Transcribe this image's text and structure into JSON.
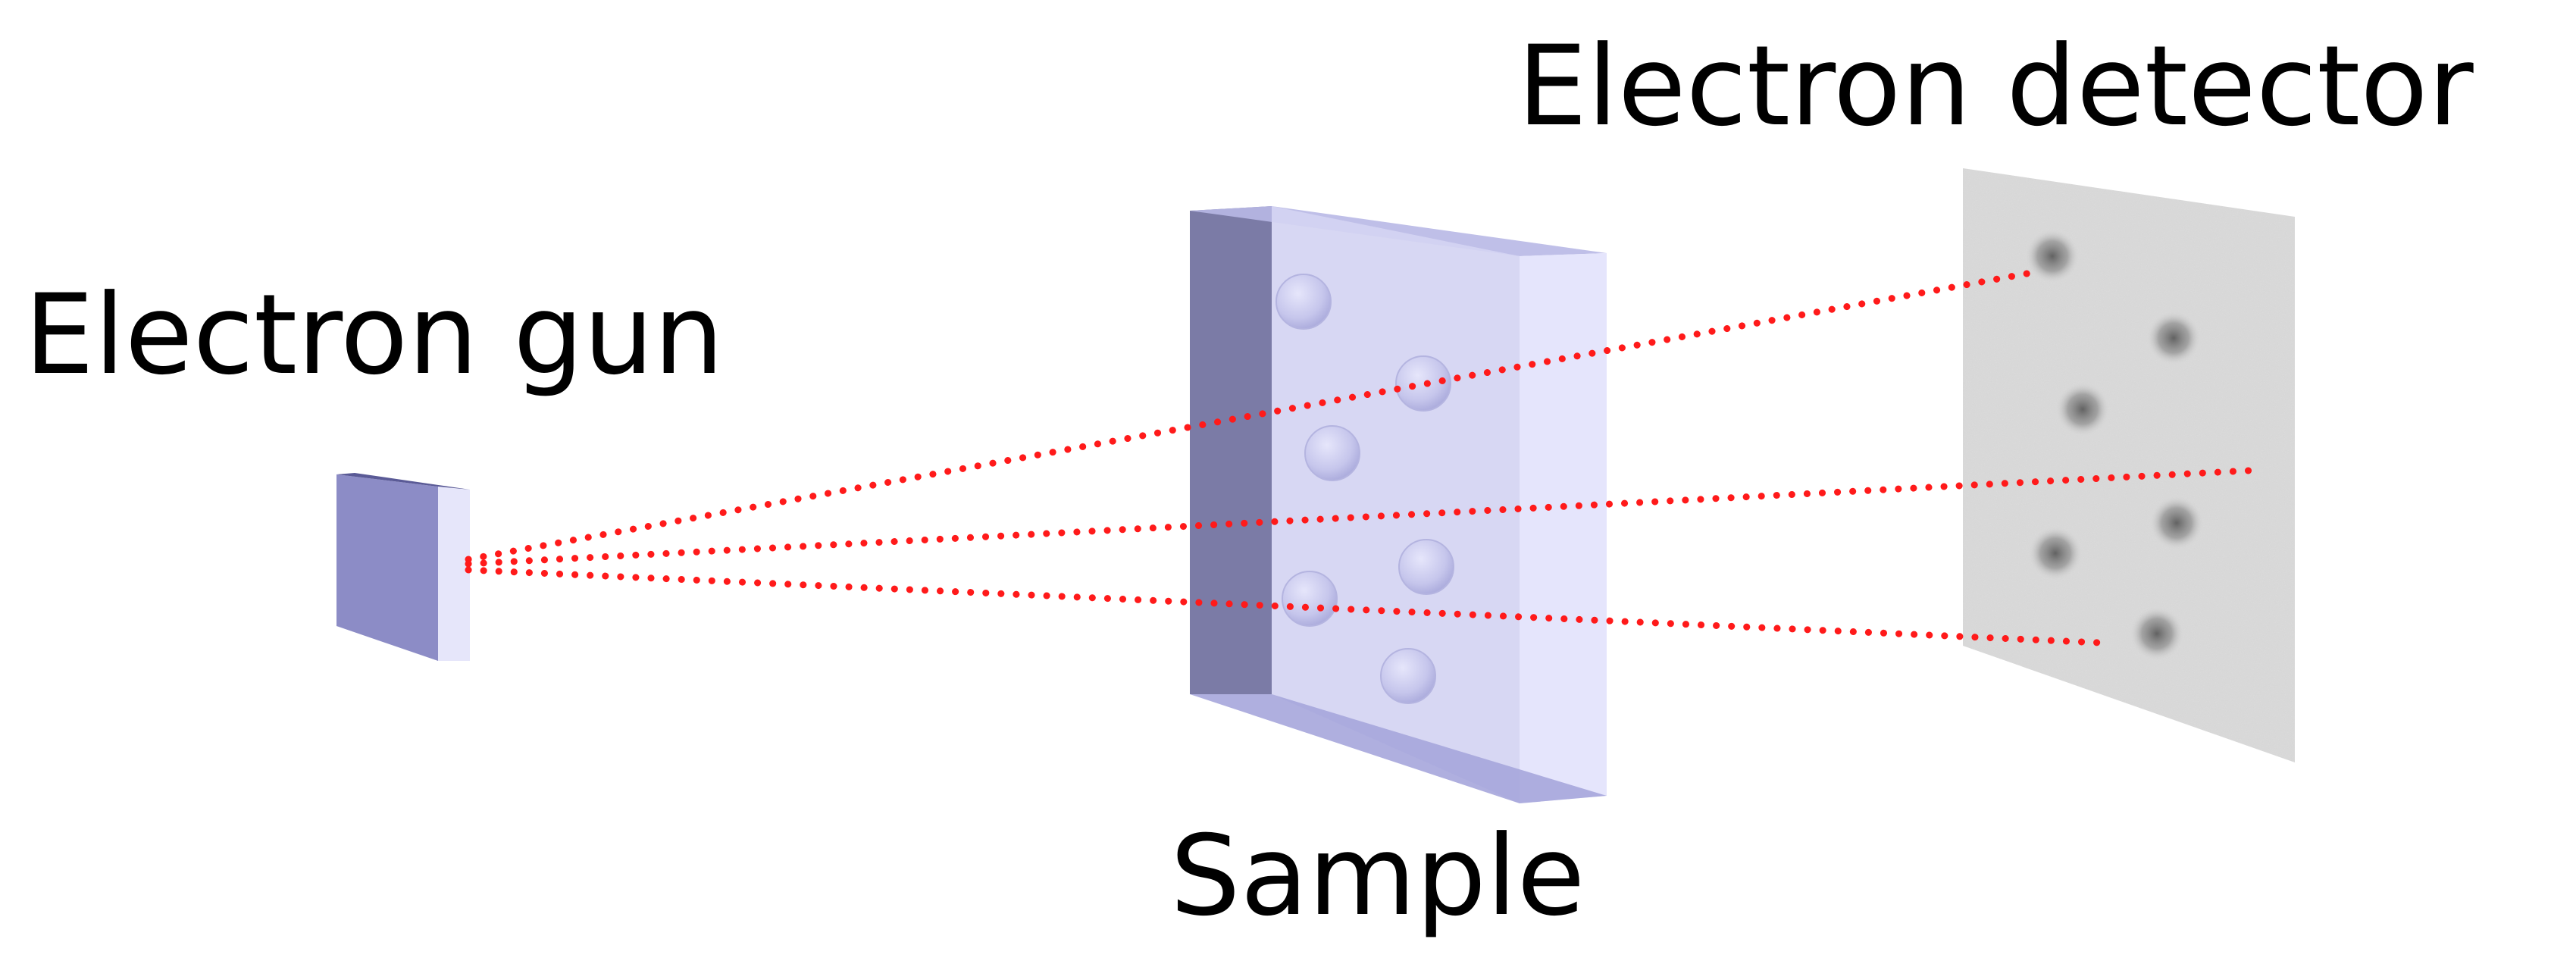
{
  "labels": {
    "gun": "Electron gun",
    "sample": "Sample",
    "detector": "Electron detector"
  },
  "icons": {
    "gun": "electron-gun-icon",
    "sample": "sample-slab-icon",
    "detector": "detector-screen-icon"
  },
  "colors": {
    "beam": "#ff1a1a",
    "gun_face": "#8c8cc6",
    "gun_edge": "#e6e6fa",
    "sample_side": "#7b7ba6",
    "sample_face": "#d4d4f2",
    "sample_top": "#b8b8e6",
    "sample_bottom": "#a6a6dc",
    "sample_edge": "#e4e4fc",
    "sample_particle": "#c4c4ec",
    "detector": "#dcdcdc",
    "detector_spot": "#6e6e6e"
  }
}
